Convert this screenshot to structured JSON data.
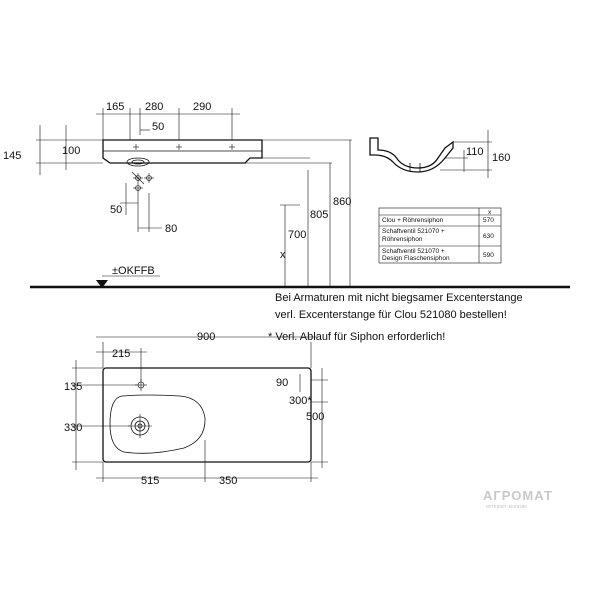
{
  "top_view_dims": {
    "d165": "165",
    "d280": "280",
    "d290": "290",
    "d50": "50",
    "d145": "145",
    "d100": "100",
    "d50b": "50",
    "d80": "80",
    "d700": "700",
    "d805": "805",
    "d860": "860",
    "dx": "x",
    "d110": "110",
    "d160": "160"
  },
  "floor_label": "±OKFFB",
  "siphon_table": {
    "header": "x",
    "rows": [
      {
        "label": "Clou + Röhrensiphon",
        "value": "570"
      },
      {
        "label": "Schaftventil 521070 +",
        "label2": "Röhrensiphon",
        "value": "630"
      },
      {
        "label": "Schaftventil 521070 +",
        "label2": "Design Flaschensiphon",
        "value": "590"
      }
    ]
  },
  "note_line1": "Bei Armaturen mit nicht biegsamer Excenterstange",
  "note_line2": "verl. Excenterstange für Clou 521080 bestellen!",
  "note_line3": "* Verl. Ablauf für Siphon erforderlich!",
  "plan_view_dims": {
    "d900": "900",
    "d215": "215",
    "d135": "135",
    "d330": "330",
    "d90": "90",
    "d300": "300*",
    "d500": "500",
    "d515": "515",
    "d350": "350"
  },
  "watermark": {
    "brand": "АГРОМАТ",
    "tagline": "интернет-магазин"
  }
}
